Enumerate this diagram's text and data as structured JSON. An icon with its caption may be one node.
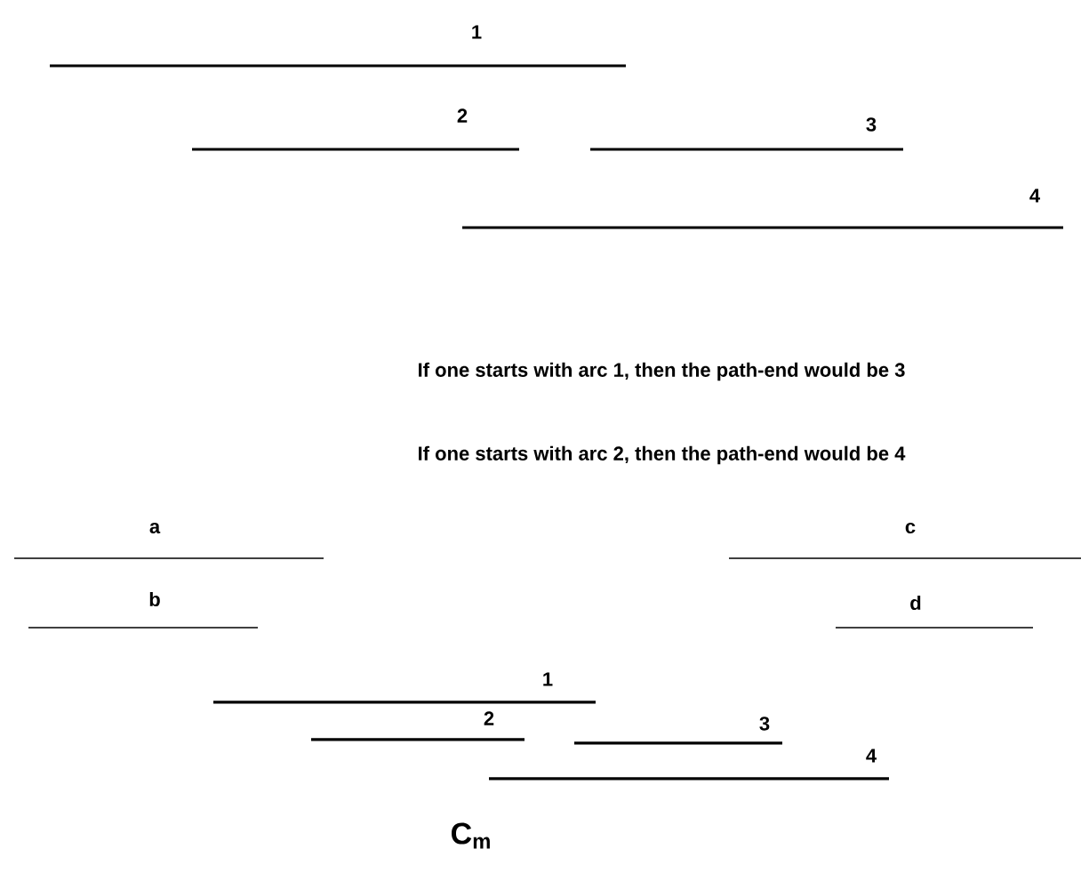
{
  "diagram": {
    "labels": [
      "1",
      "2",
      "3",
      "4",
      "If one starts with arc 1, then the path-end would be 3",
      "If one starts with arc 2, then the path-end would be 4",
      "a",
      "c",
      "b",
      "d",
      "1",
      "2",
      "3",
      "4",
      "C$_{m}$"
    ]
  }
}
